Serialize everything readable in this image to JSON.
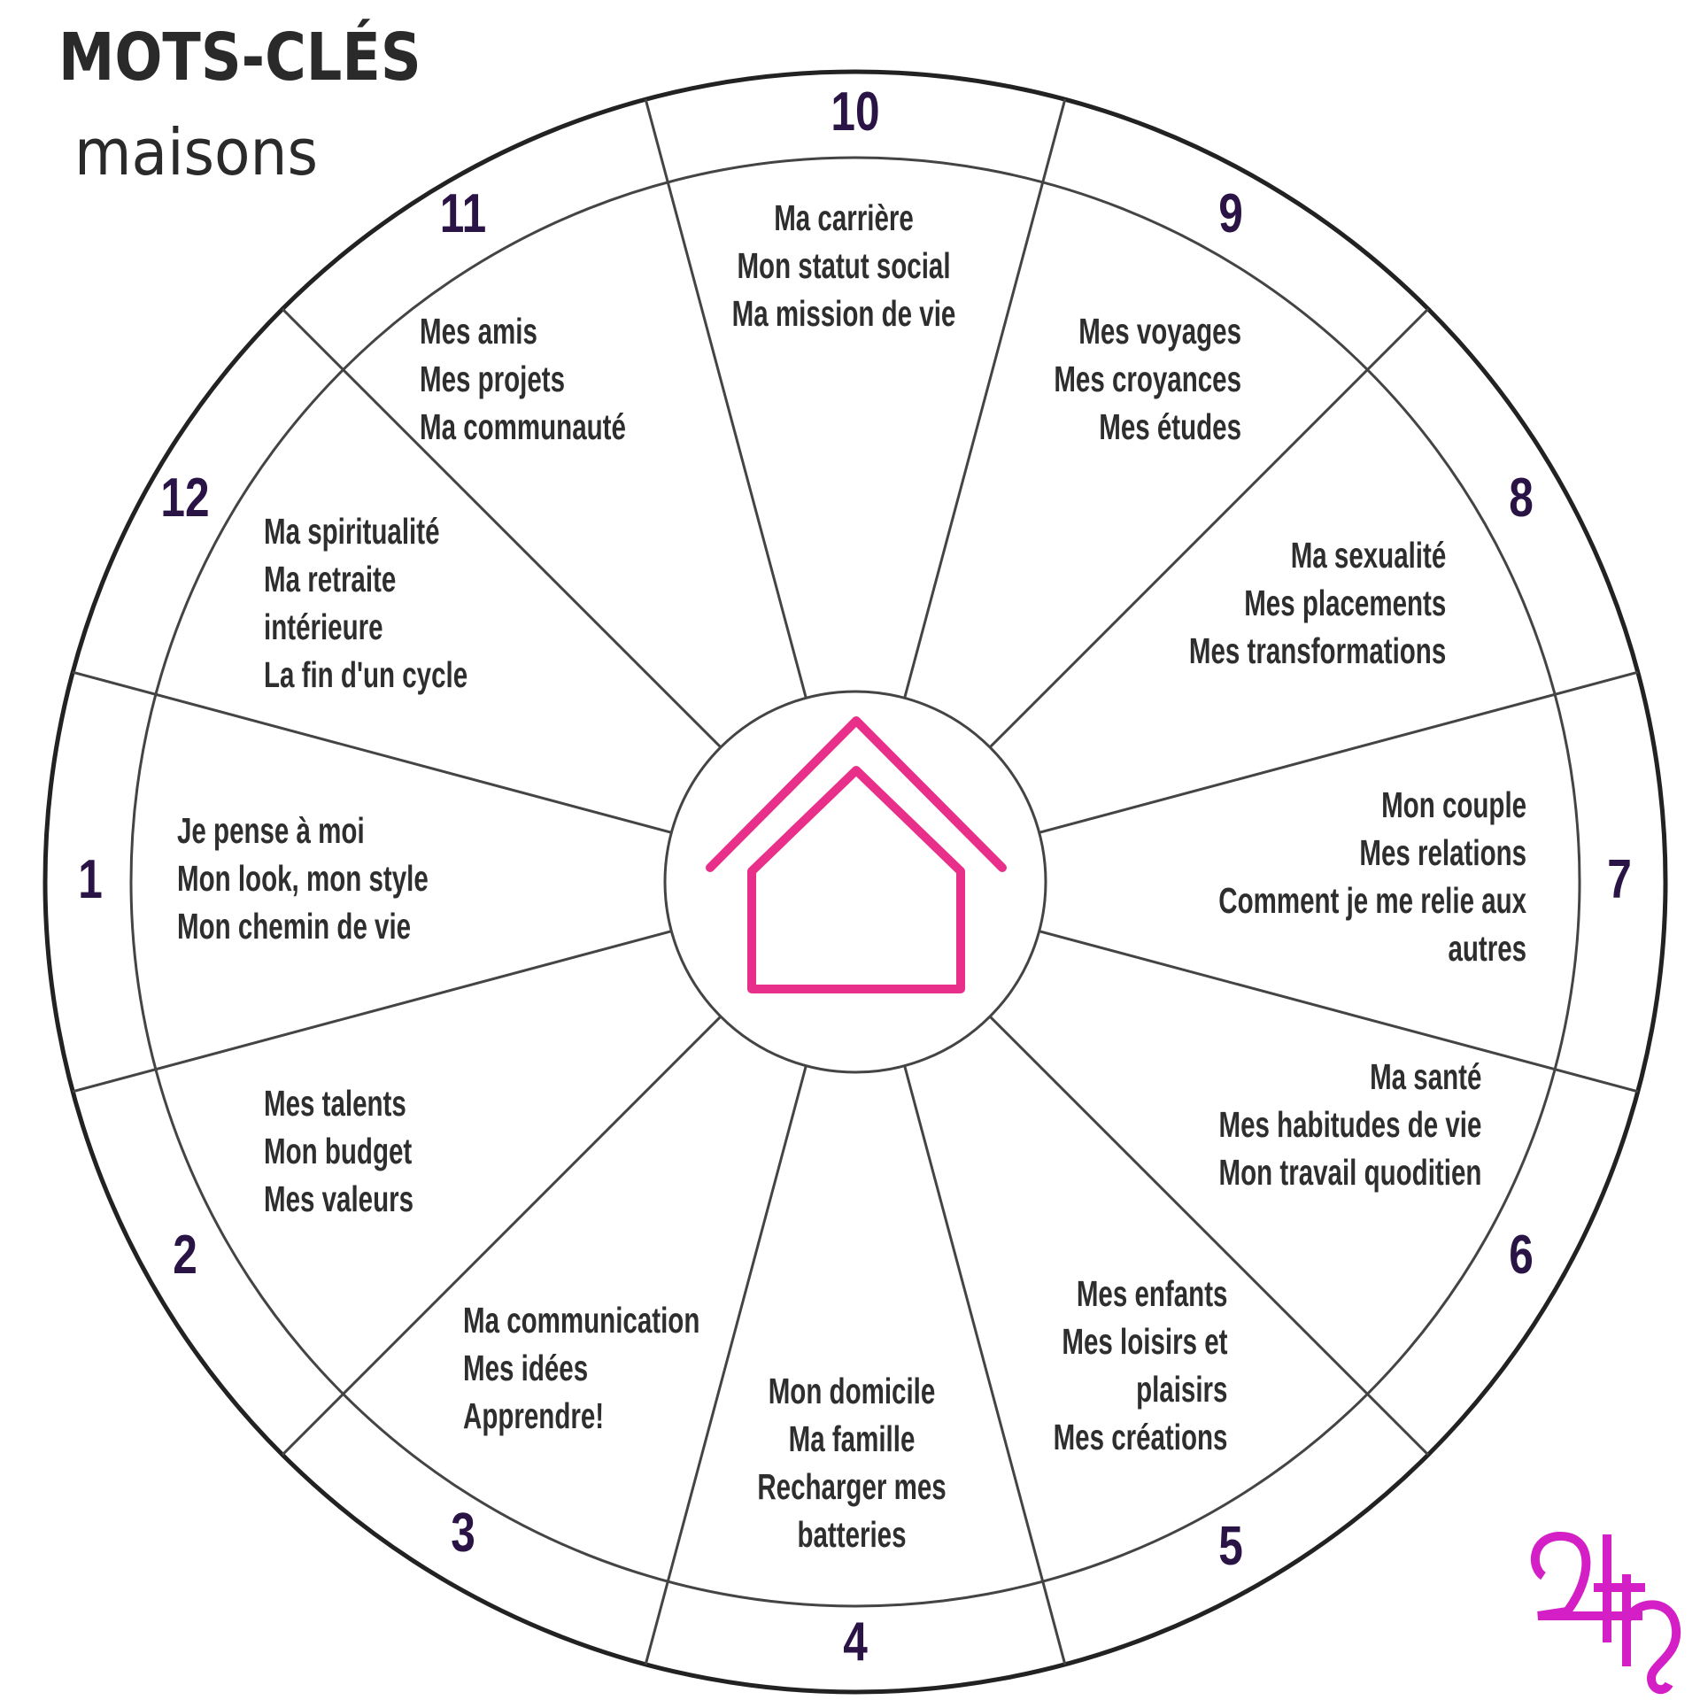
{
  "title": {
    "line1": "MOTS-CLÉS",
    "line2": "maisons"
  },
  "colors": {
    "house_icon": "#e8308a",
    "logo": "#d41fc6",
    "numbers": "#2a1345",
    "text": "#2e2e2e",
    "lines": "#444444"
  },
  "center_icon": "house-icon",
  "logo_icon": "jupiter-saturn-symbol",
  "houses": [
    {
      "number": "1",
      "keywords": [
        "Je pense à moi",
        "Mon look, mon style",
        "Mon chemin de vie"
      ]
    },
    {
      "number": "2",
      "keywords": [
        "Mes talents",
        "Mon budget",
        "Mes valeurs"
      ]
    },
    {
      "number": "3",
      "keywords": [
        "Ma communication",
        "Mes idées",
        "Apprendre!"
      ]
    },
    {
      "number": "4",
      "keywords": [
        "Mon domicile",
        "Ma famille",
        "Recharger mes",
        "batteries"
      ]
    },
    {
      "number": "5",
      "keywords": [
        "Mes enfants",
        "Mes loisirs et",
        "plaisirs",
        "Mes créations"
      ]
    },
    {
      "number": "6",
      "keywords": [
        "Ma santé",
        "Mes habitudes de vie",
        "Mon travail quoditien"
      ]
    },
    {
      "number": "7",
      "keywords": [
        "Mon couple",
        "Mes relations",
        "Comment je me relie aux",
        "autres"
      ]
    },
    {
      "number": "8",
      "keywords": [
        "Ma sexualité",
        "Mes placements",
        "Mes transformations"
      ]
    },
    {
      "number": "9",
      "keywords": [
        "Mes voyages",
        "Mes croyances",
        "Mes études"
      ]
    },
    {
      "number": "10",
      "keywords": [
        "Ma carrière",
        "Mon statut social",
        "Ma mission de vie"
      ]
    },
    {
      "number": "11",
      "keywords": [
        "Mes amis",
        "Mes projets",
        "Ma communauté"
      ]
    },
    {
      "number": "12",
      "keywords": [
        "Ma spiritualité",
        "Ma retraite",
        "intérieure",
        "La fin d'un cycle"
      ]
    }
  ]
}
